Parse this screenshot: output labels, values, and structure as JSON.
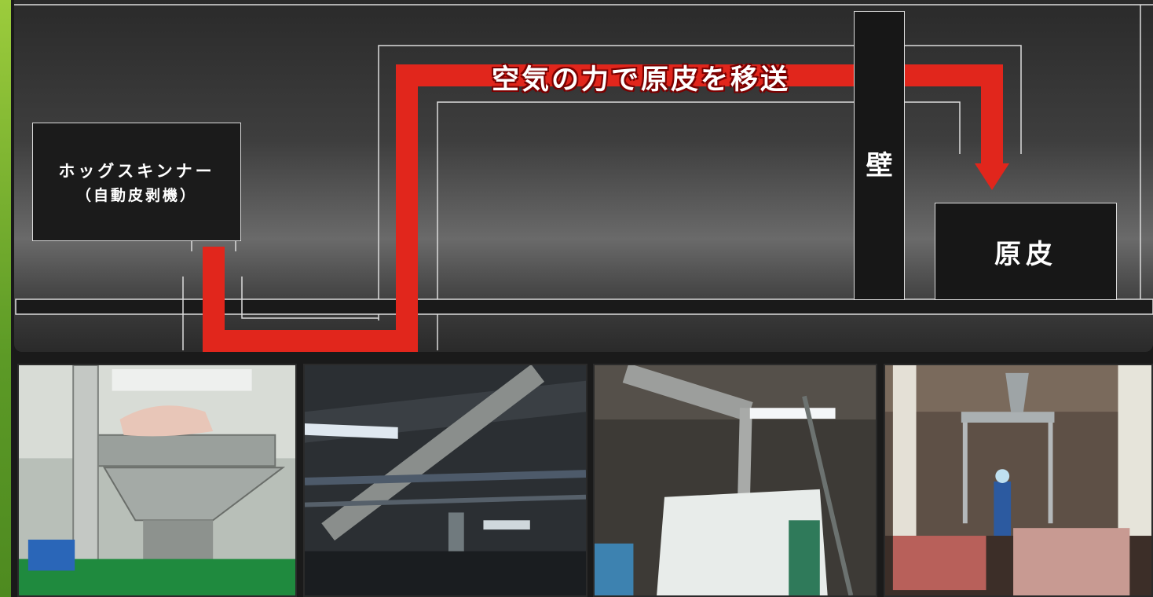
{
  "diagram": {
    "machine_name": "ホッグスキンナー",
    "machine_sub": "（自動皮剥機）",
    "wall_label": "壁",
    "hide_label": "原皮",
    "banner_text": "空気の力で原皮を移送"
  },
  "colors": {
    "pipe_red": "#e1261c",
    "outline": "#dcdcdc",
    "box_fill": "#1b1b1b",
    "border_green": "#6fa52e"
  },
  "photos": [
    {
      "name": "photo-hog-skinner-machine"
    },
    {
      "name": "photo-overhead-duct-1"
    },
    {
      "name": "photo-overhead-duct-2"
    },
    {
      "name": "photo-hide-storage-room"
    }
  ]
}
